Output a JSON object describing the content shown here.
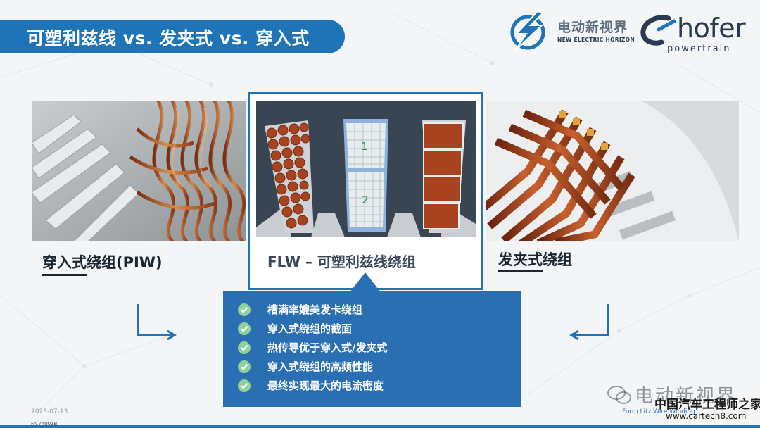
{
  "slide": {
    "title": "可塑利兹线 vs. 发夹式 vs. 穿入式",
    "date": "2023-07-13",
    "doc_number": "FA 74001B"
  },
  "logos": {
    "ned_cn": "电动新视界",
    "ned_en": "NEW ELECTRIC HORIZON",
    "hofer_word": "hofer",
    "hofer_sub": "powertrain"
  },
  "left_panel": {
    "caption": "穿入式绕组(PIW)"
  },
  "center_panel": {
    "caption": "FLW – 可塑利兹线绕组",
    "slot_labels": [
      "1",
      "2"
    ]
  },
  "right_panel": {
    "caption": "发夹式绕组"
  },
  "callout": {
    "bullets": [
      "槽满率媲美发卡绕组",
      "穿入式绕组的截面",
      "热传导优于穿入式/发夹式",
      "穿入式绕组的高频性能",
      "最终实现最大的电流密度"
    ]
  },
  "footer": {
    "form_litz": "Form Litz Wire Winding"
  },
  "watermarks": {
    "social": "电动新视界",
    "site_cn": "中国汽车工程师之家",
    "site_url": "www.cartech8.com"
  },
  "colors": {
    "brand_blue": "#1f74b8",
    "copper": "#a8431f",
    "diagram_bg": "#3a4554",
    "check_green": "#8fd19a"
  }
}
